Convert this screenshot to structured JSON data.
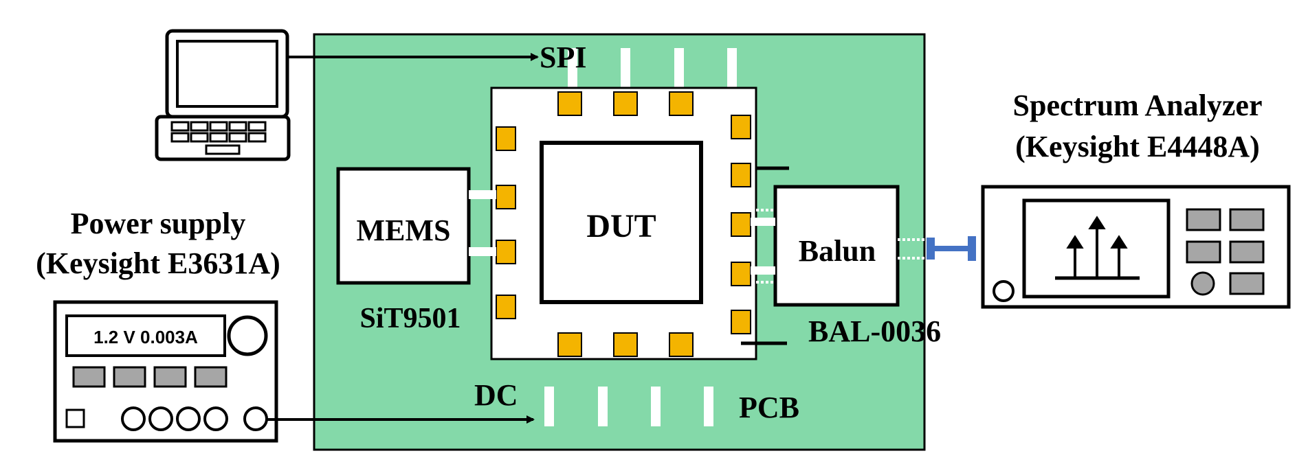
{
  "labels": {
    "spi": "SPI",
    "dut": "DUT",
    "mems": "MEMS",
    "mems_part": "SiT9501",
    "balun": "Balun",
    "balun_part": "BAL-0036",
    "dc": "DC",
    "pcb": "PCB",
    "power_supply_title": "Power supply",
    "power_supply_model": "(Keysight E3631A)",
    "power_supply_display": "1.2 V 0.003A",
    "analyzer_title": "Spectrum Analyzer",
    "analyzer_model": "(Keysight E4448A)"
  },
  "colors": {
    "pcb_green": "#84d9a9",
    "pad_gold": "#f4b400",
    "button_gray": "#a6a6a6",
    "cable_blue": "#4472c4",
    "stroke": "#000000"
  },
  "icons": [
    "laptop-icon",
    "power-supply-icon",
    "spectrum-analyzer-icon"
  ]
}
